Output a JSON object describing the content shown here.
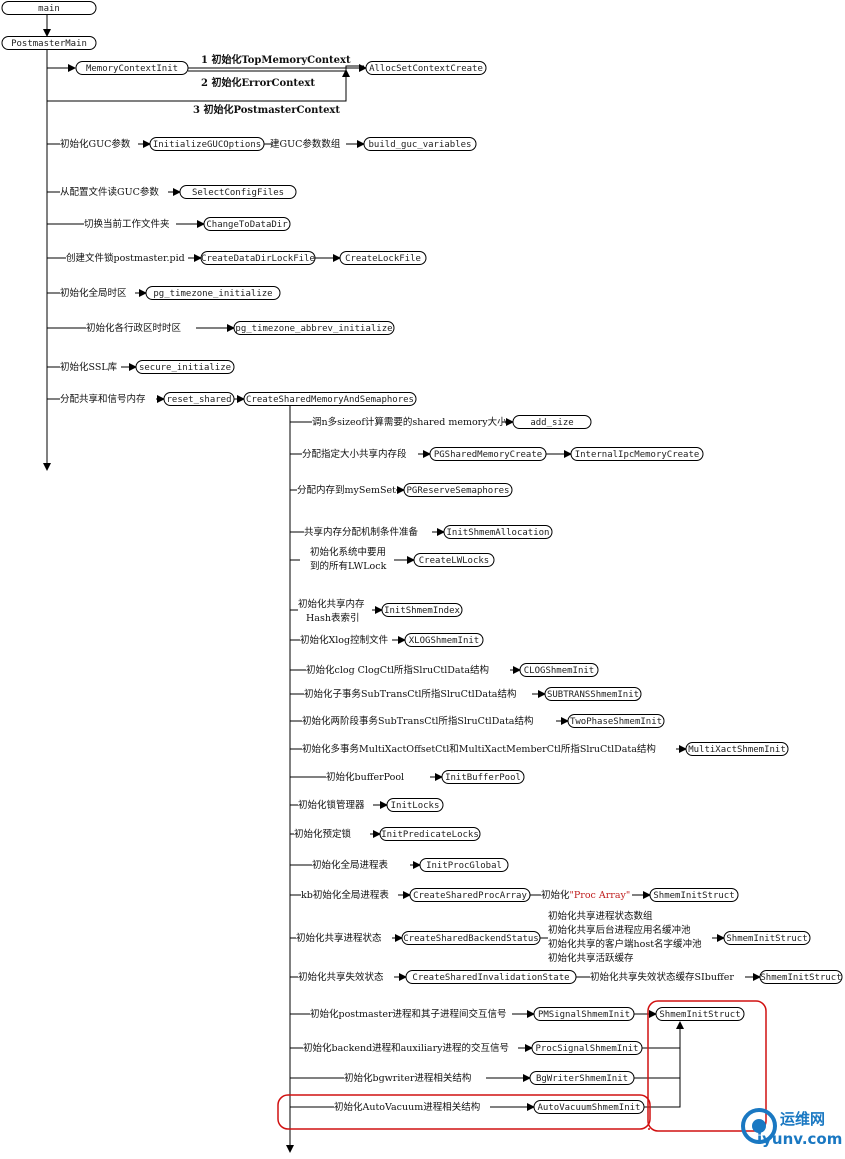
{
  "colors": {
    "line": "#000000",
    "node_border": "#000000",
    "highlight": "#d01010",
    "watermark": "#1a78c2",
    "string_literal": "#c02020"
  },
  "nodes": {
    "main": "main",
    "postmaster_main": "PostmasterMain",
    "memory_context_init": "MemoryContextInit",
    "alloc_set_context_create": "AllocSetContextCreate",
    "initialize_guc_options": "InitializeGUCOptions",
    "build_guc_variables": "build_guc_variables",
    "select_config_files": "SelectConfigFiles",
    "change_to_data_dir": "ChangeToDataDir",
    "create_data_dir_lock_file": "CreateDataDirLockFile",
    "create_lock_file": "CreateLockFile",
    "pg_timezone_initialize": "pg_timezone_initialize",
    "pg_timezone_abbrev_initialize": "pg_timezone_abbrev_initialize",
    "secure_initialize": "secure_initialize",
    "reset_shared": "reset_shared",
    "create_shared_memory_and_semaphores": "CreateSharedMemoryAndSemaphores",
    "add_size": "add_size",
    "pg_shared_memory_create": "PGSharedMemoryCreate",
    "internal_ipc_memory_create": "InternalIpcMemoryCreate",
    "pg_reserve_semaphores": "PGReserveSemaphores",
    "init_shmem_allocation": "InitShmemAllocation",
    "create_lw_locks": "CreateLWLocks",
    "init_shmem_index": "InitShmemIndex",
    "xlog_shmem_init": "XLOGShmemInit",
    "clog_shmem_init": "CLOGShmemInit",
    "subtrans_shmem_init": "SUBTRANSShmemInit",
    "two_phase_shmem_init": "TwoPhaseShmemInit",
    "multi_xact_shmem_init": "MultiXactShmemInit",
    "init_buffer_pool": "InitBufferPool",
    "init_locks": "InitLocks",
    "init_predicate_locks": "InitPredicateLocks",
    "init_proc_global": "InitProcGlobal",
    "create_shared_proc_array": "CreateSharedProcArray",
    "shmem_init_struct_1": "ShmemInitStruct",
    "create_shared_backend_status": "CreateSharedBackendStatus",
    "shmem_init_struct_2": "ShmemInitStruct",
    "create_shared_invalidation_state": "CreateSharedInvalidationState",
    "shmem_init_struct_3": "ShmemInitStruct",
    "pm_signal_shmem_init": "PMSignalShmemInit",
    "shmem_init_struct_4": "ShmemInitStruct",
    "proc_signal_shmem_init": "ProcSignalShmemInit",
    "bg_writer_shmem_init": "BgWriterShmemInit",
    "auto_vacuum_shmem_init": "AutoVacuumShmemInit"
  },
  "labels": {
    "top_memory_context": "1 初始化TopMemoryContext",
    "error_context": "2 初始化ErrorContext",
    "postmaster_context": "3 初始化PostmasterContext",
    "init_guc": "初始化GUC参数",
    "build_guc_array": "建GUC参数数组",
    "read_guc_from_config": "从配置文件读GUC参数",
    "change_work_dir": "切换当前工作文件夹",
    "create_lock_file": "创建文件锁postmaster.pid",
    "init_timezone": "初始化全局时区",
    "init_timezone_abbrev": "初始化各行政区时时区",
    "init_ssl": "初始化SSL库",
    "alloc_shared_mem_sem": "分配共享和信号内存",
    "calc_shared_memory_size": "调n多sizeof计算需要的shared memory大小",
    "alloc_shared_segment": "分配指定大小共享内存段",
    "alloc_my_sem_set": "分配内存到mySemSet",
    "shmem_alloc_prep": "共享内存分配机制条件准备",
    "init_lwlocks_1": "初始化系统中要用",
    "init_lwlocks_2": "到的所有LWLock",
    "init_shmem_hash_1": "初始化共享内存",
    "init_shmem_hash_2": "Hash表索引",
    "init_xlog": "初始化Xlog控制文件",
    "init_clog": "初始化clog ClogCtl所指SlruCtlData结构",
    "init_subtrans": "初始化子事务SubTransCtl所指SlruCtlData结构",
    "init_two_phase": "初始化两阶段事务SubTransCtl所指SlruCtlData结构",
    "init_multixact": "初始化多事务MultiXactOffsetCtl和MultiXactMemberCtl所指SlruCtlData结构",
    "init_buffer_pool": "初始化bufferPool",
    "init_lock_manager": "初始化锁管理器",
    "init_predicate_locks": "初始化预定锁",
    "init_proc_table": "初始化全局进程表",
    "kb_init_proc_table": "kb初始化全局进程表",
    "init_proc_array_prefix": "初始化",
    "init_proc_array_literal": "\"Proc Array\"",
    "init_backend_status": "初始化共享进程状态",
    "backend_status_1": "初始化共享进程状态数组",
    "backend_status_2": "初始化共享后台进程应用名缓冲池",
    "backend_status_3": "初始化共享的客户端host名字缓冲池",
    "backend_status_4": "初始化共享活跃缓存",
    "init_invalidation": "初始化共享失效状态",
    "init_si_buffer": "初始化共享失效状态缓存SIbuffer",
    "init_postmaster_signal": "初始化postmaster进程和其子进程间交互信号",
    "init_backend_signal": "初始化backend进程和auxiliary进程的交互信号",
    "init_bgwriter": "初始化bgwriter进程相关结构",
    "init_autovacuum": "初始化AutoVacuum进程相关结构"
  },
  "watermark": {
    "name": "运维网",
    "url": "iyunv.com"
  }
}
